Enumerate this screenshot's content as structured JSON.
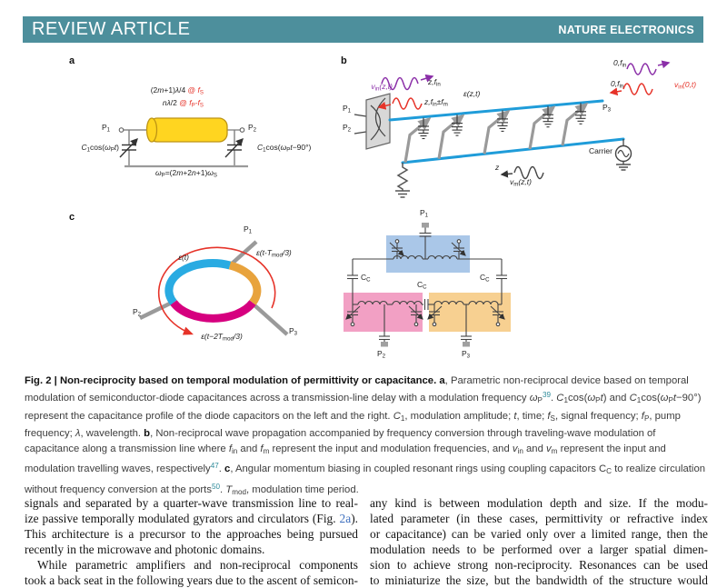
{
  "header": {
    "left": "REVIEW ARTICLE",
    "right": "NATURE ELECTRONICS"
  },
  "colors": {
    "header_teal": "#4d8f9c",
    "reference_teal": "#2e8b9a",
    "link_blue": "#3e6fbe",
    "transmission_line_blue": "#1f9cd9",
    "delay_line_yellow": "#ffd520",
    "wave_purple": "#8b2fa8",
    "wave_red": "#e63329",
    "ring_cyan": "#29abe2",
    "ring_orange": "#e8a33d",
    "ring_magenta": "#d6007f",
    "block_blue": "#aac7e8",
    "block_pink": "#f2a0c4",
    "block_orange": "#f7d091"
  },
  "figure": {
    "panel_a": {
      "label": "a",
      "formula1": [
        {
          "t": "(2"
        },
        {
          "t": "m",
          "c": "i"
        },
        {
          "t": "+1)"
        },
        {
          "t": "λ",
          "c": "i"
        },
        {
          "t": "/4 "
        },
        {
          "t": "@ ",
          "c": "red"
        },
        {
          "t": "f",
          "c": "i red"
        },
        {
          "t": "S",
          "c": "sub red"
        }
      ],
      "formula2": [
        {
          "t": "n",
          "c": "i"
        },
        {
          "t": "λ",
          "c": "i"
        },
        {
          "t": "/2 "
        },
        {
          "t": "@ ",
          "c": "red"
        },
        {
          "t": "f",
          "c": "i red"
        },
        {
          "t": "P",
          "c": "sub red"
        },
        {
          "t": "-",
          "c": "red"
        },
        {
          "t": "f",
          "c": "i red"
        },
        {
          "t": "S",
          "c": "sub red"
        }
      ],
      "p1": [
        {
          "t": "P"
        },
        {
          "t": "1",
          "c": "sub"
        }
      ],
      "p2": [
        {
          "t": "P"
        },
        {
          "t": "2",
          "c": "sub"
        }
      ],
      "cap_left": [
        {
          "t": "C",
          "c": "i"
        },
        {
          "t": "1",
          "c": "sub"
        },
        {
          "t": "cos("
        },
        {
          "t": "ω",
          "c": "i"
        },
        {
          "t": "P",
          "c": "sub"
        },
        {
          "t": "t",
          "c": "i"
        },
        {
          "t": ")"
        }
      ],
      "cap_right": [
        {
          "t": "C",
          "c": "i"
        },
        {
          "t": "1",
          "c": "sub"
        },
        {
          "t": "cos("
        },
        {
          "t": "ω",
          "c": "i"
        },
        {
          "t": "P",
          "c": "sub"
        },
        {
          "t": "t",
          "c": "i"
        },
        {
          "t": "−90°)"
        }
      ],
      "pump": [
        {
          "t": "ω",
          "c": "i"
        },
        {
          "t": "P",
          "c": "sub"
        },
        {
          "t": "=(2"
        },
        {
          "t": "m",
          "c": "i"
        },
        {
          "t": "+2"
        },
        {
          "t": "n",
          "c": "i"
        },
        {
          "t": "+1)"
        },
        {
          "t": "ω",
          "c": "i"
        },
        {
          "t": "S",
          "c": "sub"
        }
      ]
    },
    "panel_b": {
      "label": "b",
      "p1": [
        {
          "t": "P"
        },
        {
          "t": "1",
          "c": "sub"
        }
      ],
      "p2": [
        {
          "t": "P"
        },
        {
          "t": "2",
          "c": "sub"
        }
      ],
      "p3": [
        {
          "t": "P"
        },
        {
          "t": "3",
          "c": "sub"
        }
      ],
      "vin_zt": [
        {
          "t": "v",
          "c": "i"
        },
        {
          "t": "in",
          "c": "sub"
        },
        {
          "t": "(z,t)",
          "c": "i"
        }
      ],
      "zfin": [
        {
          "t": "z,f",
          "c": "i"
        },
        {
          "t": "in",
          "c": "sub"
        }
      ],
      "zfm": [
        {
          "t": "z,f",
          "c": "i"
        },
        {
          "t": "in",
          "c": "sub"
        },
        {
          "t": "±"
        },
        {
          "t": "f",
          "c": "i"
        },
        {
          "t": "m",
          "c": "sub"
        }
      ],
      "ezt": [
        {
          "t": "ε(z,t)",
          "c": "i"
        }
      ],
      "zero_fin_top": [
        {
          "t": "0,f",
          "c": "i"
        },
        {
          "t": "in",
          "c": "sub"
        }
      ],
      "zero_fin_bot": [
        {
          "t": "0,f",
          "c": "i"
        },
        {
          "t": "in",
          "c": "sub"
        }
      ],
      "vin_0t": [
        {
          "t": "v",
          "c": "i"
        },
        {
          "t": "in",
          "c": "sub"
        },
        {
          "t": "(0,t)",
          "c": "i"
        }
      ],
      "carrier": "Carrier",
      "z": [
        {
          "t": "z",
          "c": "i"
        }
      ],
      "vm_zt": [
        {
          "t": "v",
          "c": "i"
        },
        {
          "t": "m",
          "c": "sub"
        },
        {
          "t": "(z,t)",
          "c": "i"
        }
      ]
    },
    "panel_c": {
      "label": "c",
      "ring": {
        "et": [
          {
            "t": "ε(t)",
            "c": "i"
          }
        ],
        "et1": [
          {
            "t": "ε(t-T",
            "c": "i"
          },
          {
            "t": "mod",
            "c": "sub"
          },
          {
            "t": "/3)",
            "c": "i"
          }
        ],
        "et2": [
          {
            "t": "ε(t−2T",
            "c": "i"
          },
          {
            "t": "mod",
            "c": "sub"
          },
          {
            "t": "/3)",
            "c": "i"
          }
        ],
        "p1": [
          {
            "t": "P"
          },
          {
            "t": "1",
            "c": "sub"
          }
        ],
        "p2": [
          {
            "t": "P"
          },
          {
            "t": "2",
            "c": "sub"
          }
        ],
        "p3": [
          {
            "t": "P"
          },
          {
            "t": "3",
            "c": "sub"
          }
        ]
      },
      "circuit": {
        "p1": [
          {
            "t": "P"
          },
          {
            "t": "1",
            "c": "sub"
          }
        ],
        "p2": [
          {
            "t": "P"
          },
          {
            "t": "2",
            "c": "sub"
          }
        ],
        "p3": [
          {
            "t": "P"
          },
          {
            "t": "3",
            "c": "sub"
          }
        ],
        "cc_left": [
          {
            "t": "C"
          },
          {
            "t": "C",
            "c": "sub"
          }
        ],
        "cc_mid": [
          {
            "t": "C"
          },
          {
            "t": "C",
            "c": "sub"
          }
        ],
        "cc_right": [
          {
            "t": "C"
          },
          {
            "t": "C",
            "c": "sub"
          }
        ]
      }
    }
  },
  "caption": {
    "segments": [
      {
        "t": "Fig. 2 | Non-reciprocity based on temporal modulation of permittivity or capacitance. ",
        "c": "b"
      },
      {
        "t": "a",
        "c": "b"
      },
      {
        "t": ", Parametric non-reciprocal device based on temporal modulation of semiconductor-diode capacitances across a transmission-line delay with a modulation frequency "
      },
      {
        "t": "ω",
        "c": "i"
      },
      {
        "t": "P",
        "c": "sub"
      },
      {
        "t": "39",
        "c": "sup teal",
        "n": "reference-link-39",
        "int": true
      },
      {
        "t": ". "
      },
      {
        "t": "C",
        "c": "i"
      },
      {
        "t": "1",
        "c": "sub"
      },
      {
        "t": "cos("
      },
      {
        "t": "ω",
        "c": "i"
      },
      {
        "t": "P",
        "c": "sub"
      },
      {
        "t": "t",
        "c": "i"
      },
      {
        "t": ") and "
      },
      {
        "t": "C",
        "c": "i"
      },
      {
        "t": "1",
        "c": "sub"
      },
      {
        "t": "cos("
      },
      {
        "t": "ω",
        "c": "i"
      },
      {
        "t": "P",
        "c": "sub"
      },
      {
        "t": "t",
        "c": "i"
      },
      {
        "t": "−90°) represent the capacitance profile of the diode capacitors on the left and the right. "
      },
      {
        "t": "C",
        "c": "i"
      },
      {
        "t": "1",
        "c": "sub"
      },
      {
        "t": ", modulation amplitude; "
      },
      {
        "t": "t",
        "c": "i"
      },
      {
        "t": ", time; "
      },
      {
        "t": "f",
        "c": "i"
      },
      {
        "t": "S",
        "c": "sub"
      },
      {
        "t": ", signal frequency; "
      },
      {
        "t": "f",
        "c": "i"
      },
      {
        "t": "P",
        "c": "sub"
      },
      {
        "t": ", pump frequency; "
      },
      {
        "t": "λ",
        "c": "i"
      },
      {
        "t": ", wavelength. "
      },
      {
        "t": "b",
        "c": "b"
      },
      {
        "t": ", Non-reciprocal wave propagation accompanied by frequency conversion through traveling-wave modulation of capacitance along a transmission line where "
      },
      {
        "t": "f",
        "c": "i"
      },
      {
        "t": "in",
        "c": "sub"
      },
      {
        "t": " and "
      },
      {
        "t": "f",
        "c": "i"
      },
      {
        "t": "m",
        "c": "sub"
      },
      {
        "t": " represent the input and modulation frequencies, and "
      },
      {
        "t": "v",
        "c": "i"
      },
      {
        "t": "in",
        "c": "sub"
      },
      {
        "t": " and "
      },
      {
        "t": "v",
        "c": "i"
      },
      {
        "t": "m",
        "c": "sub"
      },
      {
        "t": " represent the input and modulation travelling waves, respectively"
      },
      {
        "t": "47",
        "c": "sup teal",
        "n": "reference-link-47",
        "int": true
      },
      {
        "t": ". "
      },
      {
        "t": "c",
        "c": "b"
      },
      {
        "t": ", Angular momentum biasing in coupled resonant rings using coupling capacitors C"
      },
      {
        "t": "C",
        "c": "sub"
      },
      {
        "t": " to realize circulation without frequency conversion at the ports"
      },
      {
        "t": "50",
        "c": "sup teal",
        "n": "reference-link-50",
        "int": true
      },
      {
        "t": ". "
      },
      {
        "t": "T",
        "c": "i"
      },
      {
        "t": "mod",
        "c": "sub"
      },
      {
        "t": ", modulation time period."
      }
    ]
  },
  "body": {
    "left_column": [
      {
        "s": [
          {
            "t": "signals and separated by a quarter-wave transmission line to real-"
          }
        ]
      },
      {
        "s": [
          {
            "t": "ize passive temporally modulated gyrators and circulators (Fig. "
          },
          {
            "t": "2a",
            "c": "link",
            "n": "figure-link-2a",
            "int": true
          },
          {
            "t": ")."
          }
        ]
      },
      {
        "s": [
          {
            "t": "This architecture is a precursor to the approaches being pursued"
          }
        ]
      },
      {
        "c": "noju",
        "s": [
          {
            "t": "recently in the microwave and photonic domains."
          }
        ]
      },
      {
        "c": "ind",
        "s": [
          {
            "t": "While parametric amplifiers and non-reciprocal components"
          }
        ]
      },
      {
        "s": [
          {
            "t": "took a back seat in the following years due to the ascent of semicon-"
          }
        ]
      }
    ],
    "right_column": [
      {
        "s": [
          {
            "t": "any kind is between modulation depth and size. If the modu-"
          }
        ]
      },
      {
        "s": [
          {
            "t": "lated parameter (in these cases, permittivity or refractive index"
          }
        ]
      },
      {
        "s": [
          {
            "t": "or capacitance) can be varied only over a limited range, then the"
          }
        ]
      },
      {
        "s": [
          {
            "t": "modulation needs to be performed over a larger spatial dimen-"
          }
        ]
      },
      {
        "s": [
          {
            "t": "sion to achieve strong non-reciprocity. Resonances can be used"
          }
        ]
      },
      {
        "s": [
          {
            "t": "to miniaturize the size, but the bandwidth of the structure would"
          }
        ]
      }
    ]
  }
}
